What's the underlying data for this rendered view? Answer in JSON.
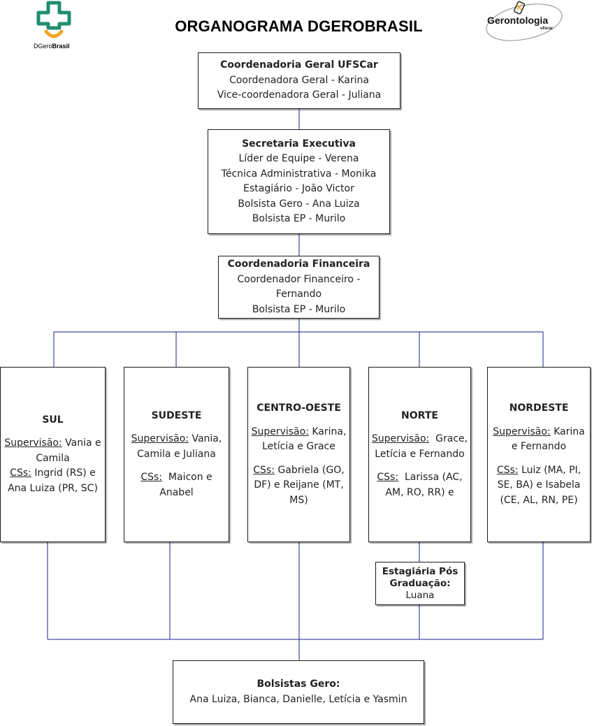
{
  "title": "ORGANOGRAMA DGEROBRASIL",
  "logo_left": {
    "text_a": "DGero",
    "text_b": "Brasil",
    "colors": [
      "#1f8f6e",
      "#f5a623"
    ]
  },
  "logo_right": {
    "main": "Gerontologia",
    "sub": "ufscar"
  },
  "line_color": "#1a1f8c",
  "coordenadoria_geral": {
    "heading": "Coordenadoria Geral UFSCar",
    "lines": [
      "Coordenadora Geral - Karina",
      "Vice-coordenadora Geral - Juliana"
    ]
  },
  "secretaria": {
    "heading": "Secretaria Executiva",
    "lines": [
      "Líder de Equipe - Verena",
      "Técnica Administrativa - Monika",
      "Estagiário - João Victor",
      "Bolsista Gero - Ana Luiza",
      "Bolsista EP - Murilo"
    ]
  },
  "financeira": {
    "heading": "Coordenadoria Financeira",
    "lines": [
      "Coordenador Financeiro -",
      "Fernando",
      "Bolsista EP - Murilo"
    ]
  },
  "regions": {
    "sul": {
      "name": "SUL",
      "sup_label": "Supervisão:",
      "sup_1": " Vania e",
      "sup_2": "Camila",
      "cs_label": "CSs:",
      "cs_1": " Ingrid (RS) e",
      "cs_2": "Ana Luiza (PR, SC)"
    },
    "sudeste": {
      "name": "SUDESTE",
      "sup_label": "Supervisão:",
      "sup_1": " Vania,",
      "sup_2": "Camila e Juliana",
      "cs_label": "CSs:",
      "cs_1": "  Maicon e",
      "cs_2": "Anabel"
    },
    "centro_oeste": {
      "name": "CENTRO-OESTE",
      "sup_label": "Supervisão:",
      "sup_1": " Karina,",
      "sup_2": "Letícia e Grace",
      "cs_label": "CSs:",
      "cs_1": " Gabriela (GO,",
      "cs_2": "DF) e Reijane (MT,",
      "cs_3": "MS)"
    },
    "norte": {
      "name": "NORTE",
      "sup_label": "Supervisão:",
      "sup_1": "  Grace,",
      "sup_2": "Letícia e Fernando",
      "cs_label": "CSs:",
      "cs_1": "  Larissa (AC,",
      "cs_2": "AM, RO, RR) e"
    },
    "nordeste": {
      "name": "NORDESTE",
      "sup_label": "Supervisão:",
      "sup_1": " Karina",
      "sup_2": "e Fernando",
      "cs_label": "CSs:",
      "cs_1": " Luiz (MA, PI,",
      "cs_2": "SE, BA) e Isabela",
      "cs_3": "(CE, AL, RN, PE)"
    }
  },
  "estagiaria": {
    "heading_1": "Estagiária Pós",
    "heading_2": "Graduação:",
    "name": "Luana"
  },
  "bolsistas": {
    "heading": "Bolsistas Gero:",
    "names": "Ana Luiza, Bianca, Danielle, Letícia e Yasmin"
  }
}
